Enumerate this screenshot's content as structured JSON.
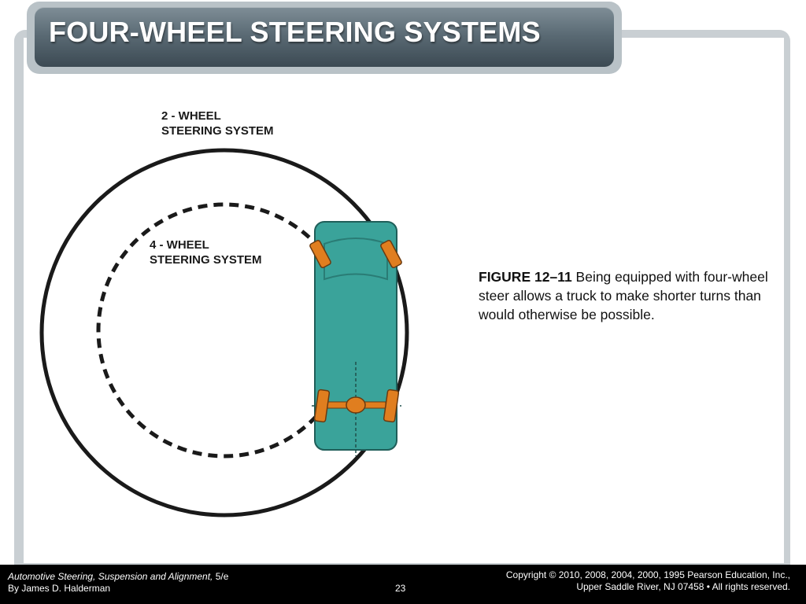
{
  "slide": {
    "title": "FOUR-WHEEL STEERING SYSTEMS",
    "figure": {
      "label_2wheel_line1": "2 - WHEEL",
      "label_2wheel_line2": "STEERING SYSTEM",
      "label_4wheel_line1": "4 - WHEEL",
      "label_4wheel_line2": "STEERING SYSTEM"
    },
    "caption": {
      "figure_number": "FIGURE 12–11",
      "text": " Being equipped with four-wheel steer allows a truck to make shorter turns than would otherwise be possible."
    }
  },
  "footer": {
    "book_title": "Automotive Steering, Suspension and Alignment,",
    "edition": " 5/e",
    "author": "By James D. Halderman",
    "page_number": "23",
    "copyright_line1": "Copyright © 2010, 2008, 2004, 2000, 1995 Pearson Education, Inc.,",
    "copyright_line2": "Upper Saddle River, NJ 07458 • All rights reserved."
  },
  "colors": {
    "truck_body": "#3aa39a",
    "wheel": "#e07e1f",
    "title_bar": "#4f5e67"
  }
}
